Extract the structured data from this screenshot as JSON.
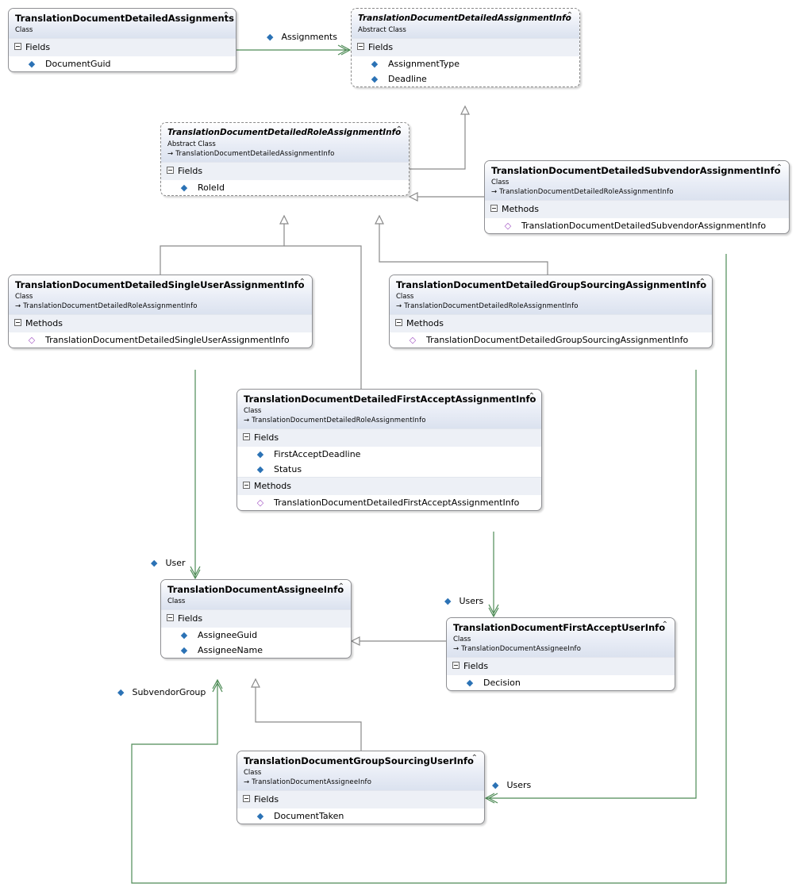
{
  "icons": {
    "field": "field-icon",
    "method": "method-icon",
    "collapse": "chevron-up-icon",
    "base": "arrow-right-icon"
  },
  "colors": {
    "connector": "#4e8b56",
    "inheritance": "#8a8a8a",
    "header": "#dbe2ef",
    "section": "#edf0f6",
    "field_icon": "#2b72b5",
    "method_icon": "#a254c4"
  },
  "classes": [
    {
      "id": "assignments",
      "name": "TranslationDocumentDetailedAssignments",
      "kind": "Class",
      "abstract": false,
      "sections": [
        {
          "title": "Fields",
          "members": [
            "DocumentGuid"
          ],
          "type": "field"
        }
      ]
    },
    {
      "id": "assignment_info",
      "name": "TranslationDocumentDetailedAssignmentInfo",
      "kind": "Abstract Class",
      "abstract": true,
      "sections": [
        {
          "title": "Fields",
          "members": [
            "AssignmentType",
            "Deadline"
          ],
          "type": "field"
        }
      ]
    },
    {
      "id": "role_assignment",
      "name": "TranslationDocumentDetailedRoleAssignmentInfo",
      "kind": "Abstract Class",
      "abstract": true,
      "base": "TranslationDocumentDetailedAssignmentInfo",
      "sections": [
        {
          "title": "Fields",
          "members": [
            "RoleId"
          ],
          "type": "field"
        }
      ]
    },
    {
      "id": "subvendor",
      "name": "TranslationDocumentDetailedSubvendorAssignmentInfo",
      "kind": "Class",
      "abstract": false,
      "base": "TranslationDocumentDetailedRoleAssignmentInfo",
      "sections": [
        {
          "title": "Methods",
          "members": [
            "TranslationDocumentDetailedSubvendorAssignmentInfo"
          ],
          "type": "method"
        }
      ]
    },
    {
      "id": "single_user",
      "name": "TranslationDocumentDetailedSingleUserAssignmentInfo",
      "kind": "Class",
      "abstract": false,
      "base": "TranslationDocumentDetailedRoleAssignmentInfo",
      "sections": [
        {
          "title": "Methods",
          "members": [
            "TranslationDocumentDetailedSingleUserAssignmentInfo"
          ],
          "type": "method"
        }
      ]
    },
    {
      "id": "group_sourcing",
      "name": "TranslationDocumentDetailedGroupSourcingAssignmentInfo",
      "kind": "Class",
      "abstract": false,
      "base": "TranslationDocumentDetailedRoleAssignmentInfo",
      "sections": [
        {
          "title": "Methods",
          "members": [
            "TranslationDocumentDetailedGroupSourcingAssignmentInfo"
          ],
          "type": "method"
        }
      ]
    },
    {
      "id": "first_accept",
      "name": "TranslationDocumentDetailedFirstAcceptAssignmentInfo",
      "kind": "Class",
      "abstract": false,
      "base": "TranslationDocumentDetailedRoleAssignmentInfo",
      "sections": [
        {
          "title": "Fields",
          "members": [
            "FirstAcceptDeadline",
            "Status"
          ],
          "type": "field"
        },
        {
          "title": "Methods",
          "members": [
            "TranslationDocumentDetailedFirstAcceptAssignmentInfo"
          ],
          "type": "method"
        }
      ]
    },
    {
      "id": "assignee",
      "name": "TranslationDocumentAssigneeInfo",
      "kind": "Class",
      "abstract": false,
      "sections": [
        {
          "title": "Fields",
          "members": [
            "AssigneeGuid",
            "AssigneeName"
          ],
          "type": "field"
        }
      ]
    },
    {
      "id": "first_accept_user",
      "name": "TranslationDocumentFirstAcceptUserInfo",
      "kind": "Class",
      "abstract": false,
      "base": "TranslationDocumentAssigneeInfo",
      "sections": [
        {
          "title": "Fields",
          "members": [
            "Decision"
          ],
          "type": "field"
        }
      ]
    },
    {
      "id": "group_sourcing_user",
      "name": "TranslationDocumentGroupSourcingUserInfo",
      "kind": "Class",
      "abstract": false,
      "base": "TranslationDocumentAssigneeInfo",
      "sections": [
        {
          "title": "Fields",
          "members": [
            "DocumentTaken"
          ],
          "type": "field"
        }
      ]
    }
  ],
  "associations": [
    {
      "id": "assignments",
      "label": "Assignments"
    },
    {
      "id": "user",
      "label": "User"
    },
    {
      "id": "users_first",
      "label": "Users"
    },
    {
      "id": "subvendor_group",
      "label": "SubvendorGroup"
    },
    {
      "id": "users_group",
      "label": "Users"
    }
  ]
}
